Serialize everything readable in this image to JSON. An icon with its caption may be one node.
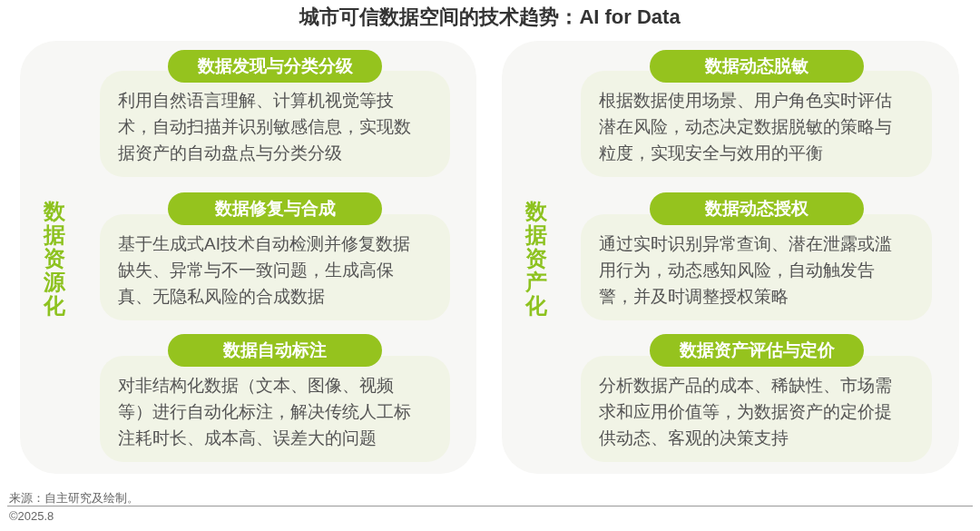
{
  "diagram": {
    "title": "城市可信数据空间的技术趋势：AI for Data",
    "nodes": [
      {
        "text": [
          "数据资源化"
        ]
      },
      {
        "text": [
          "数据发现与分类分级"
        ],
        "in": 0
      },
      {
        "text": [
          "利用自然语言理解、计算机视觉等技术，自动扫描并识别敏感信息，实现数据资产的自动盘点与分类分级"
        ],
        "in": 0
      },
      {
        "text": [
          "数据修复与合成"
        ],
        "in": 0
      },
      {
        "text": [
          "基于生成式AI技术自动检测并修复数据缺失、异常与不一致问题，生成高保真、无隐私风险的合成数据"
        ],
        "in": 0
      },
      {
        "text": [
          "数据自动标注"
        ],
        "in": 0
      },
      {
        "text": [
          "对非结构化数据（文本、图像、视频等）进行自动化标注，解决传统人工标注耗时长、成本高、误差大的问题"
        ],
        "in": 0
      },
      {
        "text": [
          "数据资产化"
        ]
      },
      {
        "text": [
          "数据动态脱敏"
        ],
        "in": 7
      },
      {
        "text": [
          "根据数据使用场景、用户角色实时评估潜在风险，动态决定数据脱敏的策略与粒度，实现安全与效用的平衡"
        ],
        "in": 7
      },
      {
        "text": [
          "数据动态授权"
        ],
        "in": 7
      },
      {
        "text": [
          "通过实时识别异常查询、潜在泄露或滥用行为，动态感知风险，自动触发告警，并及时调整授权策略"
        ],
        "in": 7
      },
      {
        "text": [
          "数据资产评估与定价"
        ],
        "in": 7
      },
      {
        "text": [
          "分析数据产品的成本、稀缺性、市场需求和应用价值等，为数据资产的定价提供动态、客观的决策支持"
        ],
        "in": 7
      }
    ],
    "labels": [
      "来源：自主研究及绘制。",
      "©2025.8"
    ]
  }
}
